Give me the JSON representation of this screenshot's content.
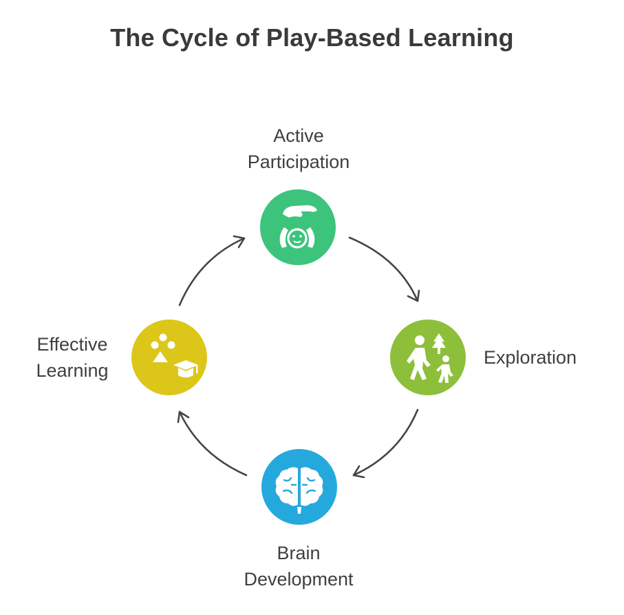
{
  "title": "The Cycle of Play-Based Learning",
  "nodes": [
    {
      "label_lines": [
        "Active",
        "Participation"
      ],
      "color": "#3cc47c",
      "icon": "hand-over-child-icon"
    },
    {
      "label_lines": [
        "Exploration"
      ],
      "color": "#8dbf3b",
      "icon": "walking-people-tree-icon"
    },
    {
      "label_lines": [
        "Brain",
        "Development"
      ],
      "color": "#25a9dd",
      "icon": "brain-icon"
    },
    {
      "label_lines": [
        "Effective",
        "Learning"
      ],
      "color": "#ddc61a",
      "icon": "shapes-graduation-cap-icon"
    }
  ],
  "arrow_color": "#444444"
}
